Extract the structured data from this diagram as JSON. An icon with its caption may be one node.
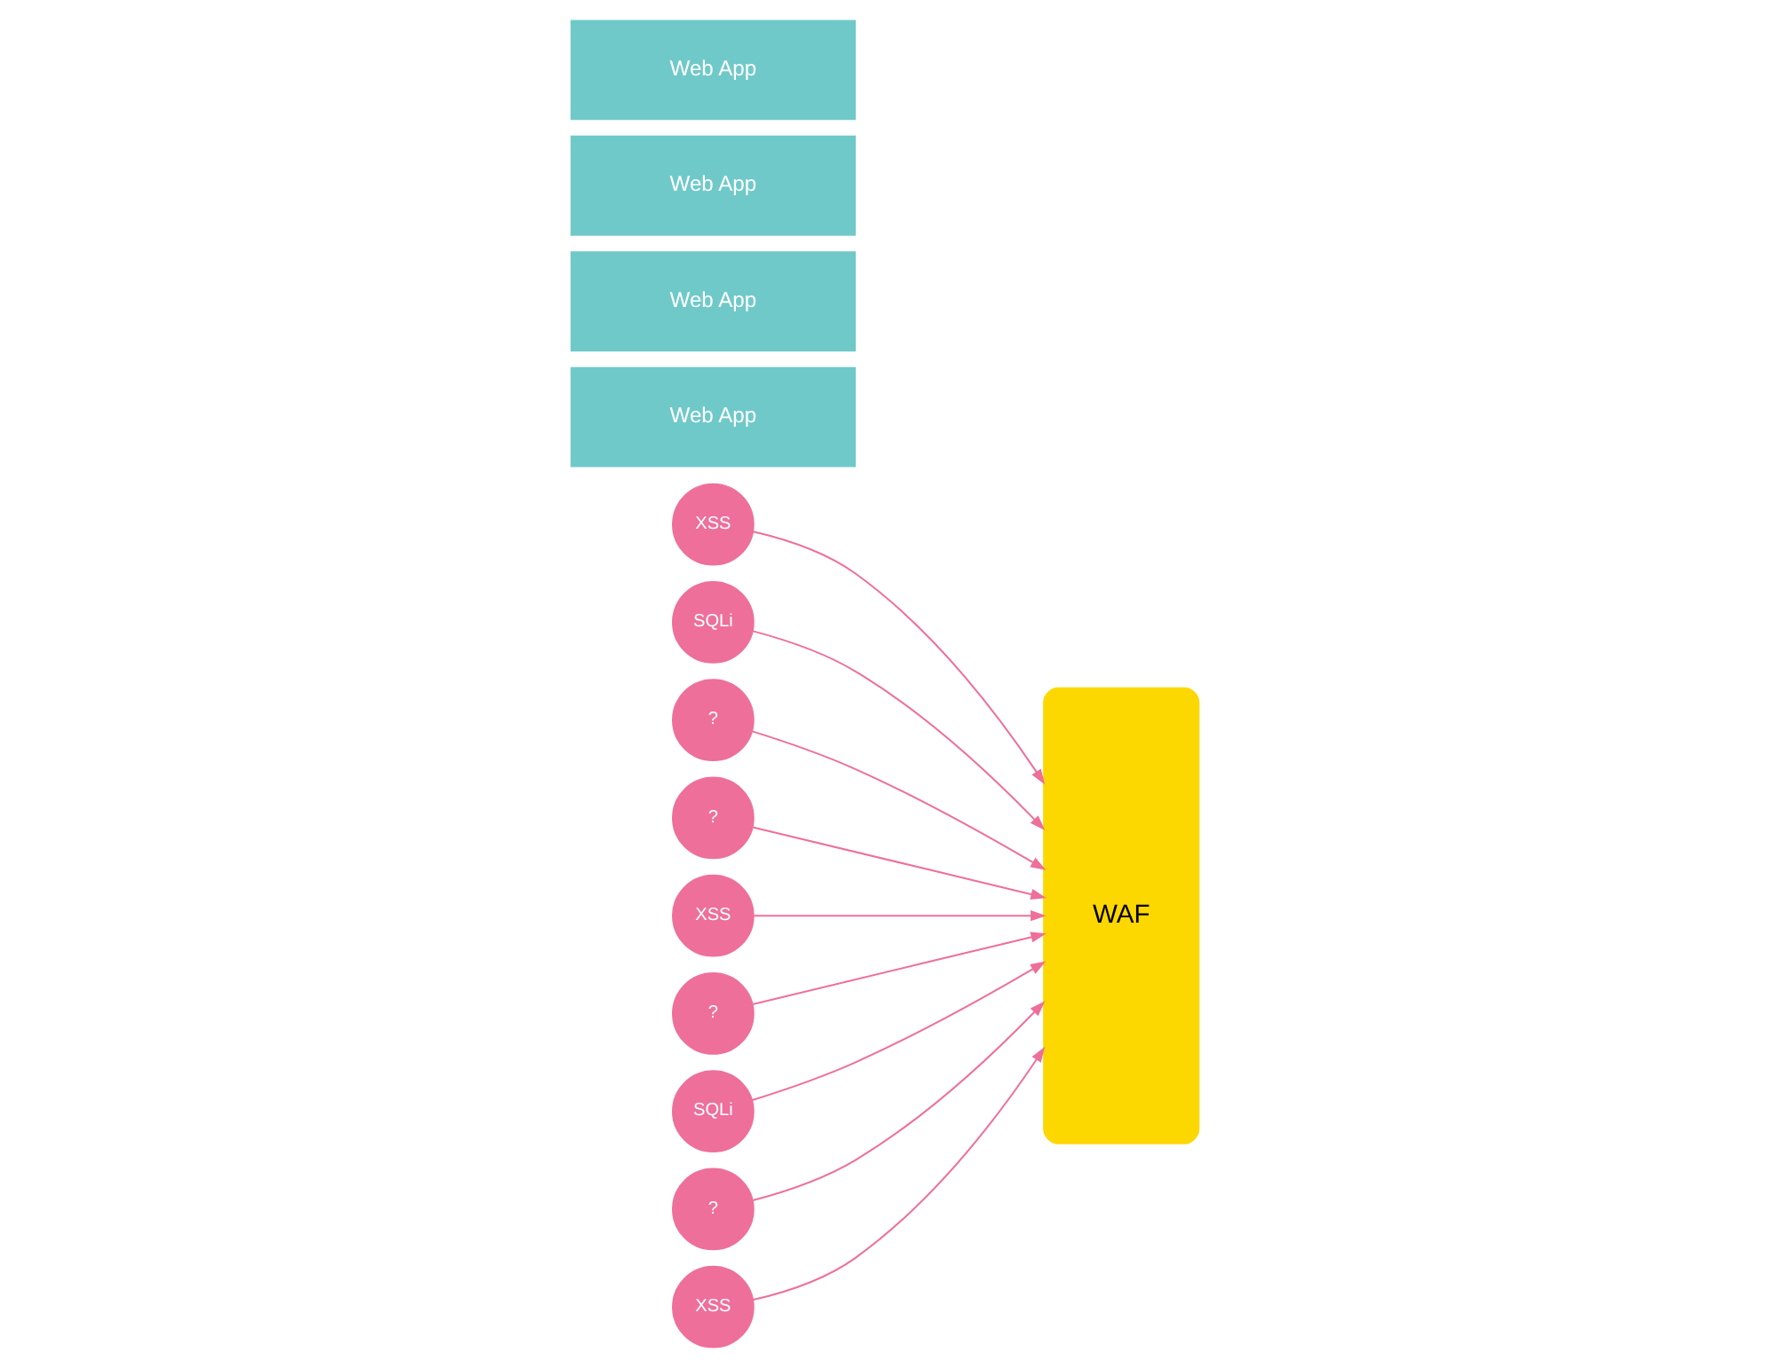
{
  "diagram": {
    "nodes": [
      {
        "text": [
          "XSS"
        ]
      },
      {
        "text": [
          "SQLi"
        ]
      },
      {
        "text": [
          "?"
        ]
      },
      {
        "text": [
          "?"
        ]
      },
      {
        "text": [
          "XSS"
        ]
      },
      {
        "text": [
          "?"
        ]
      },
      {
        "text": [
          "SQLi"
        ]
      },
      {
        "text": [
          "?"
        ]
      },
      {
        "text": [
          "XSS"
        ]
      },
      {
        "text": [
          "WAF"
        ]
      },
      {
        "text": [
          "Web App"
        ]
      },
      {
        "text": [
          "Web App"
        ]
      },
      {
        "text": [
          "Web App"
        ]
      },
      {
        "text": [
          "Web App"
        ]
      }
    ],
    "edges": [
      {
        "from": 0,
        "to": 9,
        "arrow": "to"
      },
      {
        "from": 2,
        "to": 9,
        "arrow": "to"
      },
      {
        "from": 1,
        "to": 9,
        "arrow": "to"
      },
      {
        "from": 3,
        "to": 9,
        "arrow": "to"
      },
      {
        "from": 4,
        "to": 9,
        "arrow": "to"
      },
      {
        "from": 5,
        "to": 9,
        "arrow": "to"
      },
      {
        "from": 6,
        "to": 9,
        "arrow": "to"
      },
      {
        "from": 7,
        "to": 9,
        "arrow": "to"
      },
      {
        "from": 8,
        "to": 9,
        "arrow": "to"
      }
    ]
  }
}
